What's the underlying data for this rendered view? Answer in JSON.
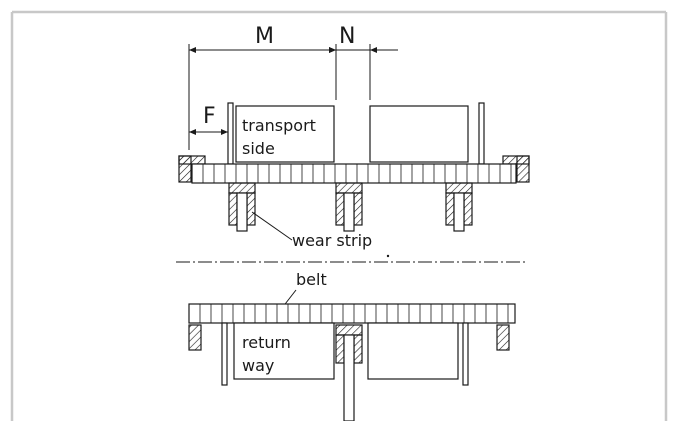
{
  "labels": {
    "m": "M",
    "n": "N",
    "f": "F",
    "transport_line1": "transport",
    "transport_line2": "side",
    "wear_strip": "wear strip",
    "belt": "belt",
    "return_line1": "return",
    "return_line2": "way"
  },
  "colors": {
    "border": "#c8c8c8",
    "line": "#1a1a1a",
    "hatch": "#1a1a1a",
    "background": "#ffffff"
  }
}
